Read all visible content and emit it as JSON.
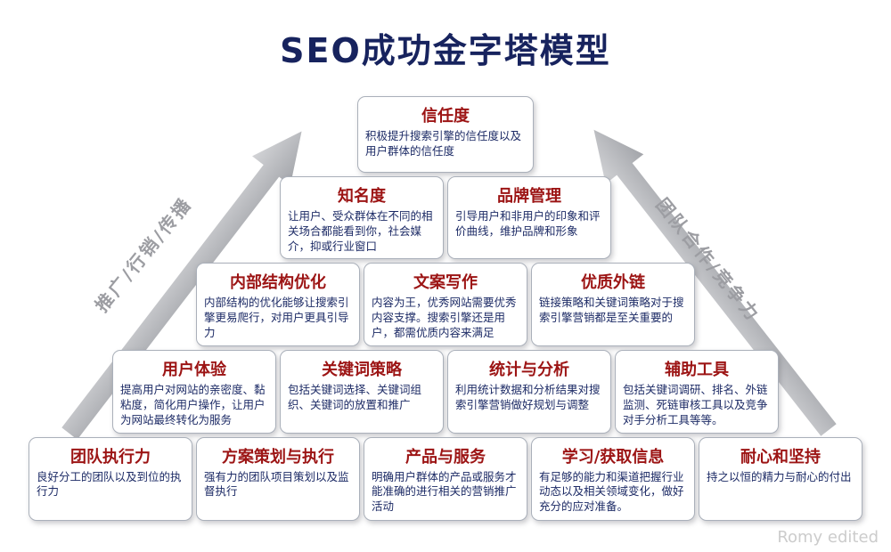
{
  "page": {
    "title": "SEO成功金字塔模型",
    "watermark": "Romy edited"
  },
  "arrows": {
    "left": {
      "label": "推广/行销/传播"
    },
    "right": {
      "label": "团队合作/竞争力"
    }
  },
  "colors": {
    "title_navy": "#17235e",
    "header_red": "#9c1414",
    "body_navy": "#1d2b66",
    "arrow_gray": "#b0b2b6"
  },
  "pyramid": {
    "rows": [
      {
        "boxes": [
          {
            "title": "信任度",
            "body": "积极提升搜索引擎的信任度以及用户群体的信任度"
          }
        ]
      },
      {
        "boxes": [
          {
            "title": "知名度",
            "body": "让用户、受众群体在不同的相关场合都能看到你，社会媒介，抑或行业窗口"
          },
          {
            "title": "品牌管理",
            "body": "引导用户和非用户的印象和评价曲线，维护品牌和形象"
          }
        ]
      },
      {
        "boxes": [
          {
            "title": "内部结构优化",
            "body": "内部结构的优化能够让搜索引擎更易爬行，对用户更具引导力"
          },
          {
            "title": "文案写作",
            "body": "内容为王，优秀网站需要优秀内容支撑。搜索引擎还是用户，都需优质内容来满足"
          },
          {
            "title": "优质外链",
            "body": "链接策略和关键词策略对于搜索引擎营销都是至关重要的"
          }
        ]
      },
      {
        "boxes": [
          {
            "title": "用户体验",
            "body": "提高用户对网站的亲密度、黏粘度，简化用户操作，让用户为网站最终转化为服务"
          },
          {
            "title": "关键词策略",
            "body": "包括关键词选择、关键词组织、关键词的放置和推广"
          },
          {
            "title": "统计与分析",
            "body": "利用统计数据和分析结果对搜索引擎营销做好规划与调整"
          },
          {
            "title": "辅助工具",
            "body": "包括关键词调研、排名、外链监测、死链审核工具以及竞争对手分析工具等等。"
          }
        ]
      },
      {
        "boxes": [
          {
            "title": "团队执行力",
            "body": "良好分工的团队以及到位的执行力"
          },
          {
            "title": "方案策划与执行",
            "body": "强有力的团队项目策划以及监督执行"
          },
          {
            "title": "产品与服务",
            "body": "明确用户群体的产品或服务才能准确的进行相关的营销推广活动"
          },
          {
            "title": "学习/获取信息",
            "body": "有足够的能力和渠道把握行业动态以及相关领域变化，做好充分的应对准备。"
          },
          {
            "title": "耐心和坚持",
            "body": "持之以恒的精力与耐心的付出"
          }
        ]
      }
    ]
  }
}
